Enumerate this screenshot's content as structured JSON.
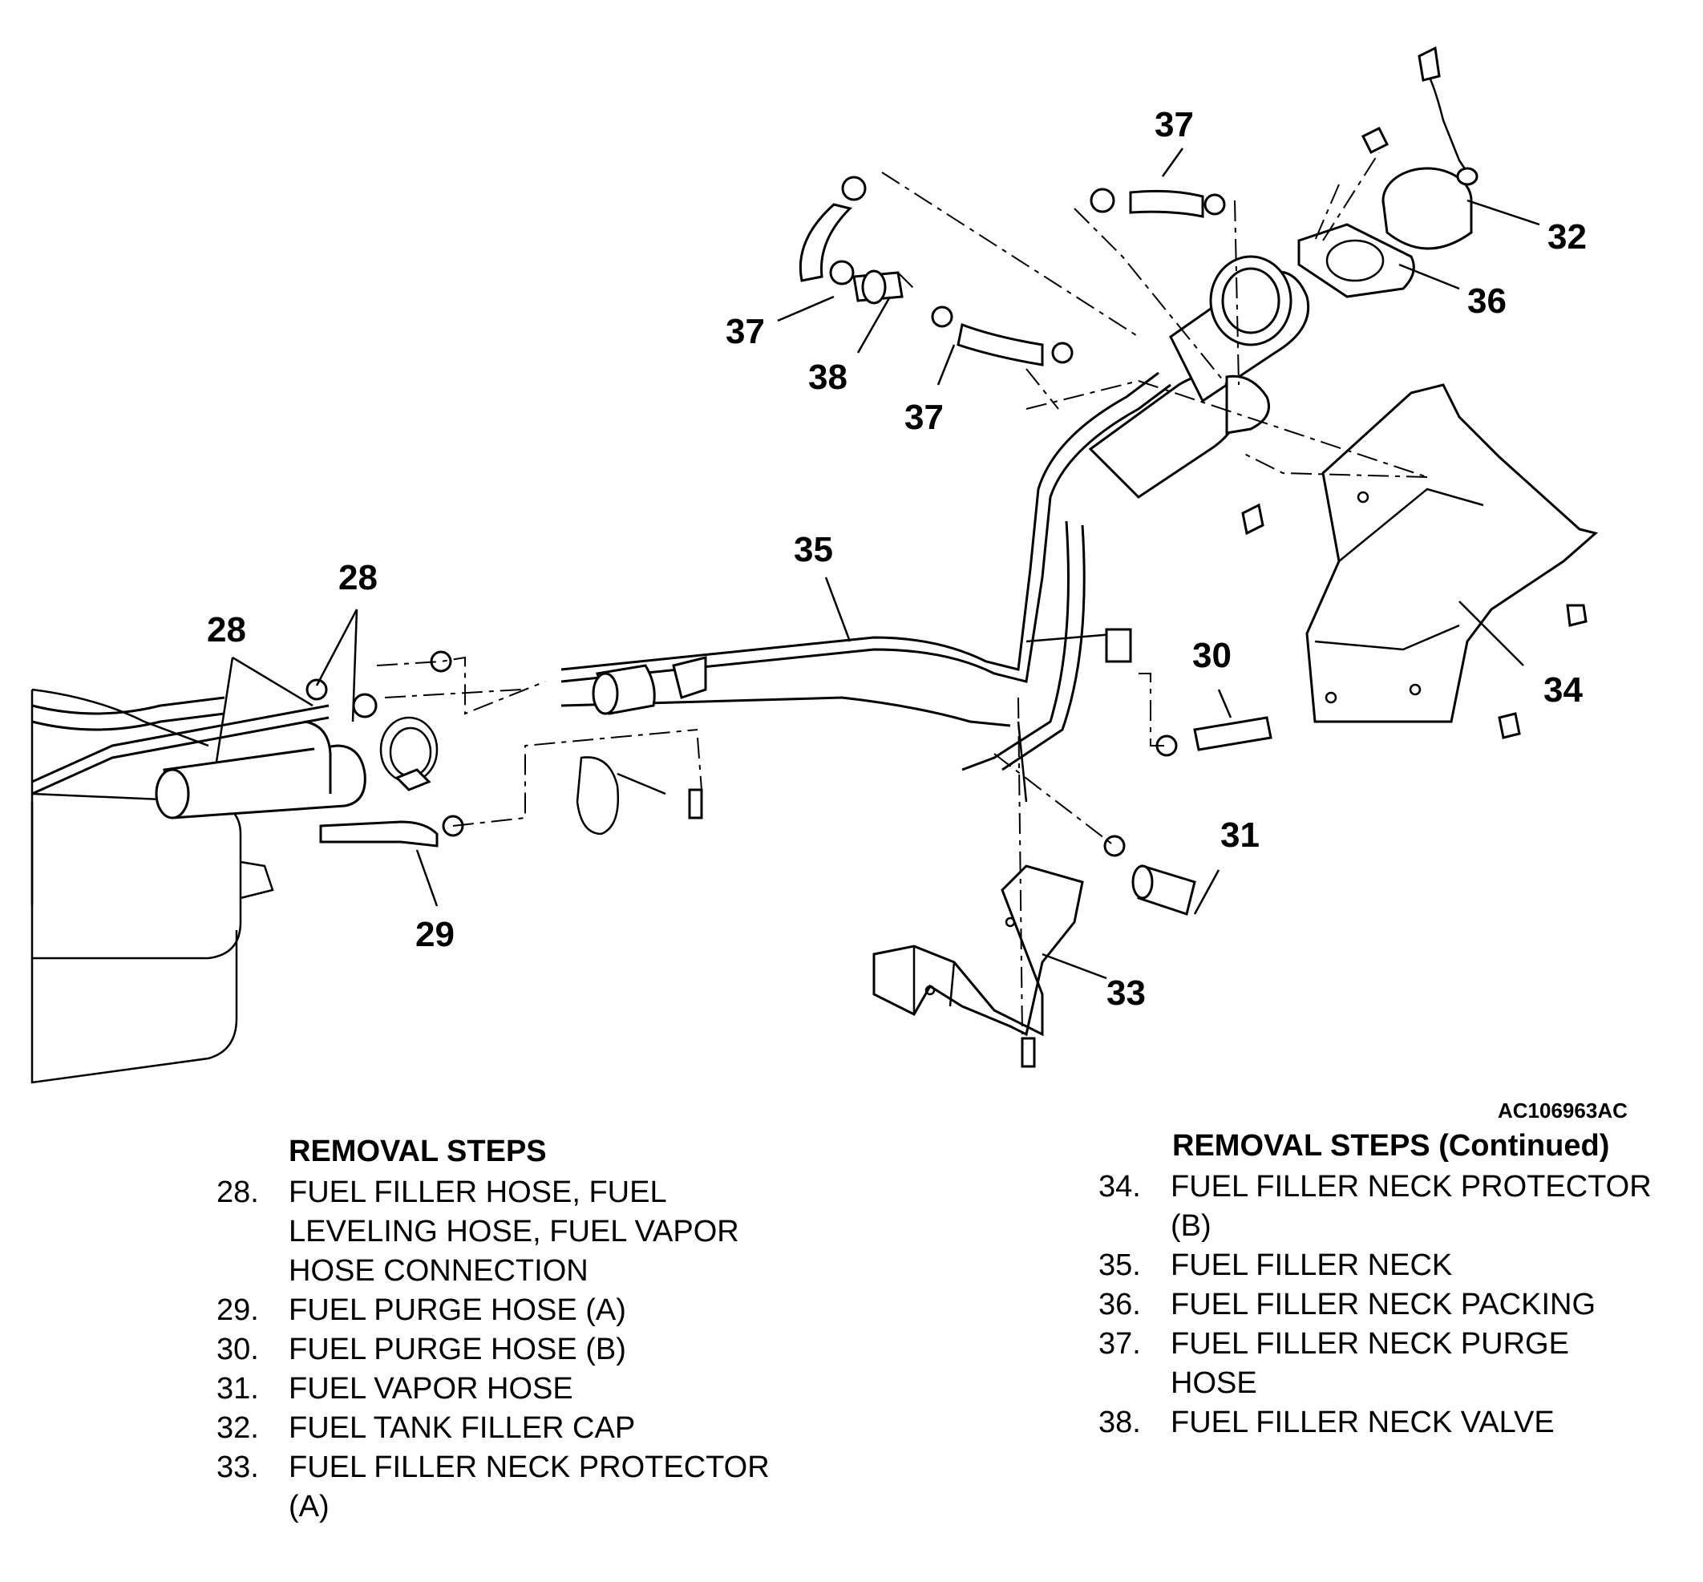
{
  "figure_code": "AC106963AC",
  "callouts": [
    {
      "id": "c28a",
      "label": "28"
    },
    {
      "id": "c28b",
      "label": "28"
    },
    {
      "id": "c29",
      "label": "29"
    },
    {
      "id": "c30",
      "label": "30"
    },
    {
      "id": "c31",
      "label": "31"
    },
    {
      "id": "c32",
      "label": "32"
    },
    {
      "id": "c33",
      "label": "33"
    },
    {
      "id": "c34",
      "label": "34"
    },
    {
      "id": "c35",
      "label": "35"
    },
    {
      "id": "c36",
      "label": "36"
    },
    {
      "id": "c37a",
      "label": "37"
    },
    {
      "id": "c37b",
      "label": "37"
    },
    {
      "id": "c37c",
      "label": "37"
    },
    {
      "id": "c38",
      "label": "38"
    }
  ],
  "removal_steps": {
    "heading": "REMOVAL STEPS",
    "items": [
      {
        "num": "28.",
        "text": "FUEL FILLER HOSE, FUEL",
        "lines": [
          "FUEL FILLER HOSE, FUEL",
          "LEVELING HOSE, FUEL VAPOR",
          "HOSE CONNECTION"
        ]
      },
      {
        "num": "29.",
        "lines": [
          "FUEL PURGE HOSE (A)"
        ]
      },
      {
        "num": "30.",
        "lines": [
          "FUEL PURGE HOSE (B)"
        ]
      },
      {
        "num": "31.",
        "lines": [
          "FUEL VAPOR HOSE"
        ]
      },
      {
        "num": "32.",
        "lines": [
          "FUEL TANK FILLER CAP"
        ]
      },
      {
        "num": "33.",
        "lines": [
          "FUEL FILLER NECK PROTECTOR",
          "(A)"
        ]
      }
    ]
  },
  "removal_steps_continued": {
    "heading": "REMOVAL STEPS (Continued)",
    "items": [
      {
        "num": "34.",
        "lines": [
          "FUEL FILLER NECK PROTECTOR",
          "(B)"
        ]
      },
      {
        "num": "35.",
        "lines": [
          "FUEL FILLER NECK"
        ]
      },
      {
        "num": "36.",
        "lines": [
          "FUEL FILLER NECK PACKING"
        ]
      },
      {
        "num": "37.",
        "lines": [
          "FUEL FILLER NECK PURGE",
          "HOSE"
        ]
      },
      {
        "num": "38.",
        "lines": [
          "FUEL FILLER NECK VALVE"
        ]
      }
    ]
  }
}
